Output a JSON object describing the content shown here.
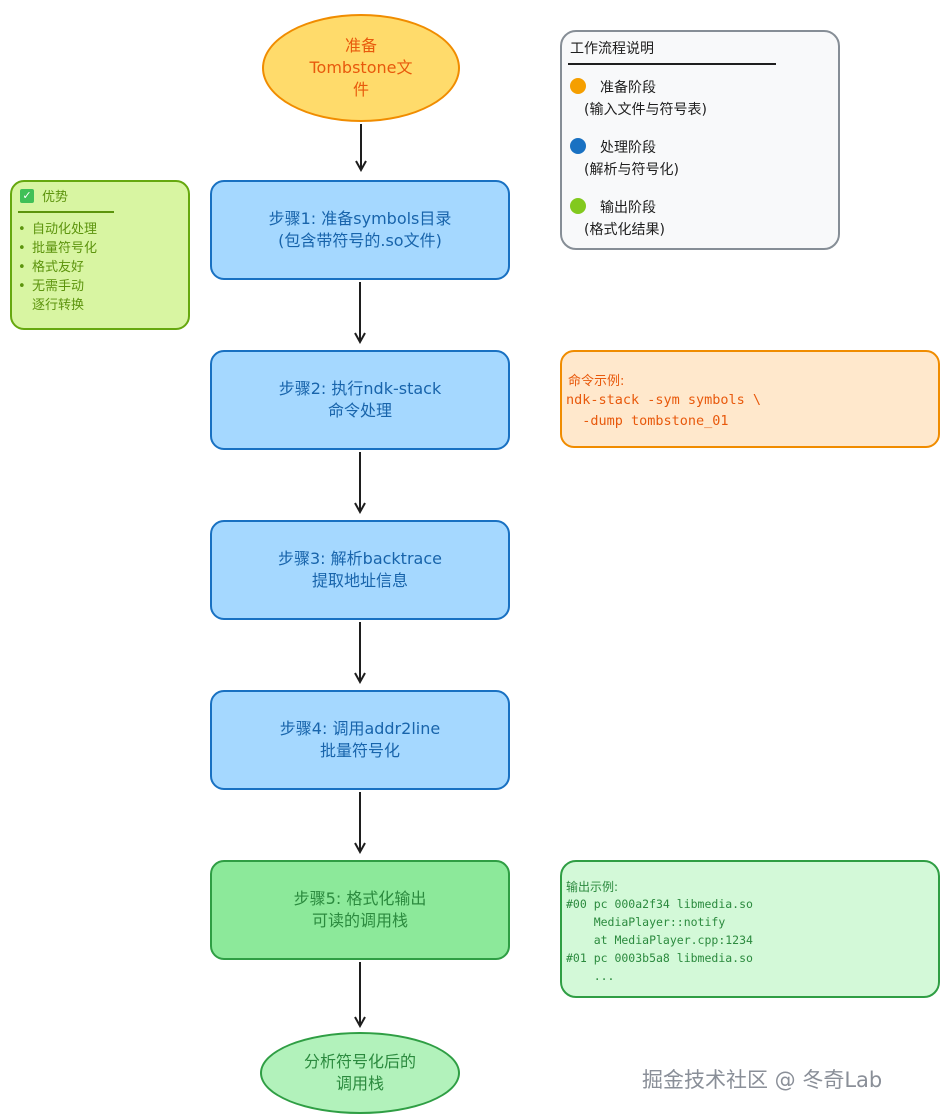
{
  "flow": {
    "start_lines": [
      "准备",
      "Tombstone文",
      "件"
    ],
    "steps": [
      {
        "lines": [
          "步骤1: 准备symbols目录",
          "(包含带符号的.so文件)"
        ]
      },
      {
        "lines": [
          "步骤2: 执行ndk-stack",
          "命令处理"
        ]
      },
      {
        "lines": [
          "步骤3: 解析backtrace",
          "提取地址信息"
        ]
      },
      {
        "lines": [
          "步骤4: 调用addr2line",
          "批量符号化"
        ]
      },
      {
        "lines": [
          "步骤5: 格式化输出",
          "可读的调用栈"
        ]
      }
    ],
    "end_lines": [
      "分析符号化后的",
      "调用栈"
    ]
  },
  "legend": {
    "title": "工作流程说明",
    "items": [
      {
        "name": "准备阶段",
        "desc": "(输入文件与符号表)",
        "color": "#f59f00"
      },
      {
        "name": "处理阶段",
        "desc": "(解析与符号化)",
        "color": "#1971c2"
      },
      {
        "name": "输出阶段",
        "desc": "(格式化结果)",
        "color": "#82c91e"
      }
    ]
  },
  "advantages": {
    "title": "优势",
    "items": [
      "自动化处理",
      "批量符号化",
      "格式友好",
      "无需手动\n逐行转换"
    ]
  },
  "command_example": {
    "title": "命令示例:",
    "code": "ndk-stack -sym symbols \\\n  -dump tombstone_01"
  },
  "output_example": {
    "title": "输出示例:",
    "code": "#00 pc 000a2f34 libmedia.so\n    MediaPlayer::notify\n    at MediaPlayer.cpp:1234\n#01 pc 0003b5a8 libmedia.so\n    ..."
  },
  "watermark": "掘金技术社区 @ 冬奇Lab"
}
